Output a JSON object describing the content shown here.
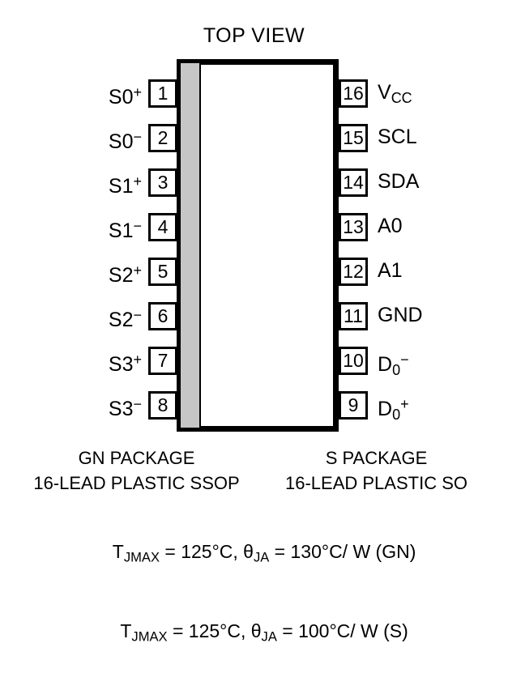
{
  "diagram": {
    "title": "TOP VIEW",
    "pins_left": [
      {
        "number": "1",
        "label_base": "S0",
        "label_sup": "+"
      },
      {
        "number": "2",
        "label_base": "S0",
        "label_sup": "−"
      },
      {
        "number": "3",
        "label_base": "S1",
        "label_sup": "+"
      },
      {
        "number": "4",
        "label_base": "S1",
        "label_sup": "−"
      },
      {
        "number": "5",
        "label_base": "S2",
        "label_sup": "+"
      },
      {
        "number": "6",
        "label_base": "S2",
        "label_sup": "−"
      },
      {
        "number": "7",
        "label_base": "S3",
        "label_sup": "+"
      },
      {
        "number": "8",
        "label_base": "S3",
        "label_sup": "−"
      }
    ],
    "pins_right": [
      {
        "number": "16",
        "label_base": "V",
        "label_sub": "CC",
        "label_sup": ""
      },
      {
        "number": "15",
        "label_base": "SCL",
        "label_sub": "",
        "label_sup": ""
      },
      {
        "number": "14",
        "label_base": "SDA",
        "label_sub": "",
        "label_sup": ""
      },
      {
        "number": "13",
        "label_base": "A0",
        "label_sub": "",
        "label_sup": ""
      },
      {
        "number": "12",
        "label_base": "A1",
        "label_sub": "",
        "label_sup": ""
      },
      {
        "number": "11",
        "label_base": "GND",
        "label_sub": "",
        "label_sup": ""
      },
      {
        "number": "10",
        "label_base": "D",
        "label_sub": "0",
        "label_sup": "−"
      },
      {
        "number": "9",
        "label_base": "D",
        "label_sub": "0",
        "label_sup": "+"
      }
    ]
  },
  "packages": {
    "left": {
      "name": "GN PACKAGE",
      "description": "16-LEAD PLASTIC SSOP"
    },
    "right": {
      "name": "S PACKAGE",
      "description": "16-LEAD PLASTIC SO"
    }
  },
  "thermal": {
    "line1": {
      "t_symbol": "T",
      "t_sub": "JMAX",
      "t_value": " = 125°C, ",
      "theta_symbol": "θ",
      "theta_sub": "JA",
      "theta_value": " = 130°C/ W (GN)"
    },
    "line2": {
      "t_symbol": "T",
      "t_sub": "JMAX",
      "t_value": " = 125°C, ",
      "theta_symbol": "θ",
      "theta_sub": "JA",
      "theta_value": " = 100°C/ W (S)"
    }
  },
  "colors": {
    "outline": "#000000",
    "pin1_stripe": "#c6c6c6",
    "background": "#ffffff"
  }
}
